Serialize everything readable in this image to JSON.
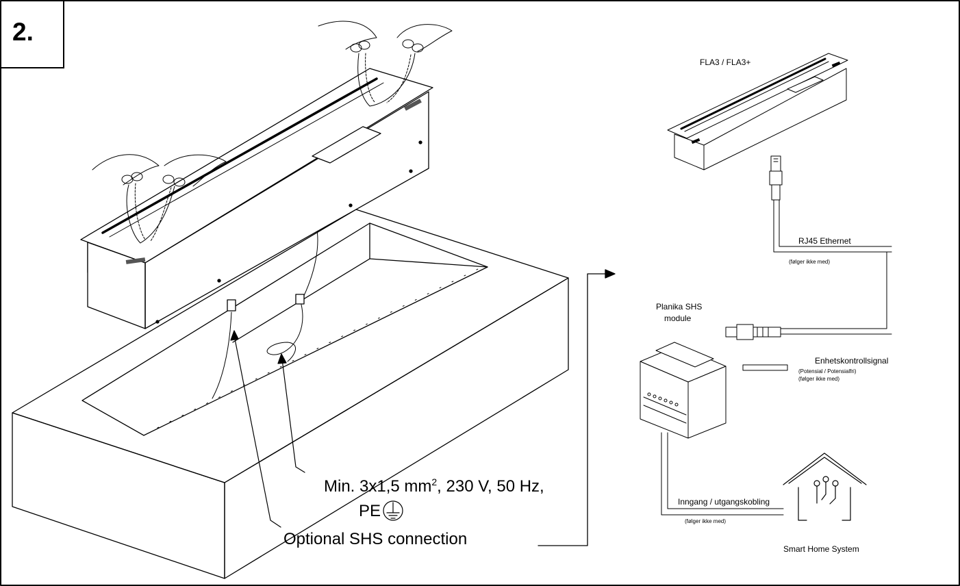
{
  "step": "2.",
  "labels": {
    "fla3": "FLA3 / FLA3+",
    "rj45": "RJ45 Ethernet",
    "not_included_1": "(følger ikke med)",
    "shs_module_line1": "Planika SHS",
    "shs_module_line2": "module",
    "control_signal": "Enhetskontrollsignal",
    "control_signal_sub": "(Potensial / Potensialfri)",
    "not_included_2": "(følger ikke med)",
    "io_connection": "Inngang / utgangskobling",
    "not_included_3": "(følger ikke med)",
    "smart_home": "Smart Home System",
    "power_line1_pre": "Min. 3x1,5 mm",
    "power_line1_sup": "2",
    "power_line1_post": ", 230 V, 50 Hz,",
    "power_line2": "PE",
    "optional_shs": "Optional SHS connection"
  },
  "icons": [
    "hand-icon",
    "ground-symbol-icon",
    "rj45-connector-icon",
    "smart-home-icon",
    "arrow-icon"
  ]
}
